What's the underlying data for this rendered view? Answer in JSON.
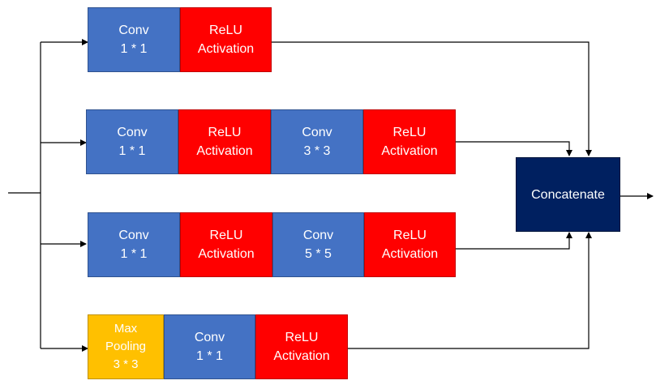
{
  "diagram": {
    "branch1": {
      "conv": {
        "line1": "Conv",
        "line2": "1 * 1"
      },
      "relu": {
        "line1": "ReLU",
        "line2": "Activation"
      }
    },
    "branch2": {
      "conv1": {
        "line1": "Conv",
        "line2": "1 * 1"
      },
      "relu1": {
        "line1": "ReLU",
        "line2": "Activation"
      },
      "conv2": {
        "line1": "Conv",
        "line2": "3 * 3"
      },
      "relu2": {
        "line1": "ReLU",
        "line2": "Activation"
      }
    },
    "branch3": {
      "conv1": {
        "line1": "Conv",
        "line2": "1 * 1"
      },
      "relu1": {
        "line1": "ReLU",
        "line2": "Activation"
      },
      "conv2": {
        "line1": "Conv",
        "line2": "5 * 5"
      },
      "relu2": {
        "line1": "ReLU",
        "line2": "Activation"
      }
    },
    "branch4": {
      "pool": {
        "line1": "Max",
        "line2": "Pooling",
        "line3": "3 * 3"
      },
      "conv": {
        "line1": "Conv",
        "line2": "1 * 1"
      },
      "relu": {
        "line1": "ReLU",
        "line2": "Activation"
      }
    },
    "concat": {
      "label": "Concatenate"
    },
    "colors": {
      "conv": "#4472c4",
      "relu": "#ff0000",
      "pool": "#ffc000",
      "concat": "#002060",
      "line": "#000000"
    }
  }
}
